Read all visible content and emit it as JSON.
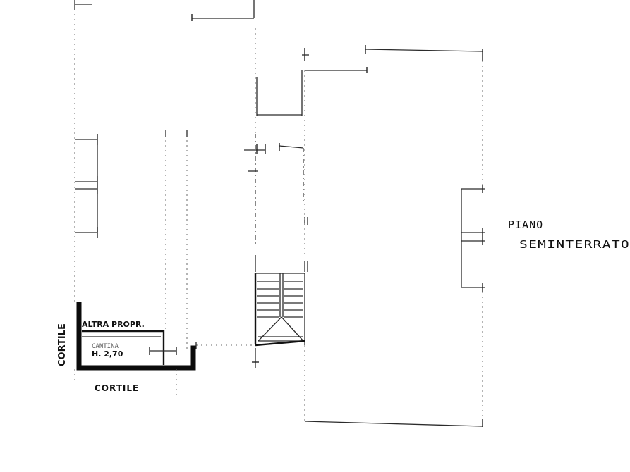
{
  "labels": {
    "floor_line1": "PIANO",
    "floor_line2": "SEMINTERRATO",
    "courtyard_left": "CORTILE",
    "courtyard_bottom": "CORTILE",
    "neighbour": "ALTRA PROPR.",
    "cantina_name": "CANTINA",
    "cantina_height": "H. 2,70"
  },
  "colors": {
    "ink": "#111111",
    "paper": "#ffffff"
  }
}
